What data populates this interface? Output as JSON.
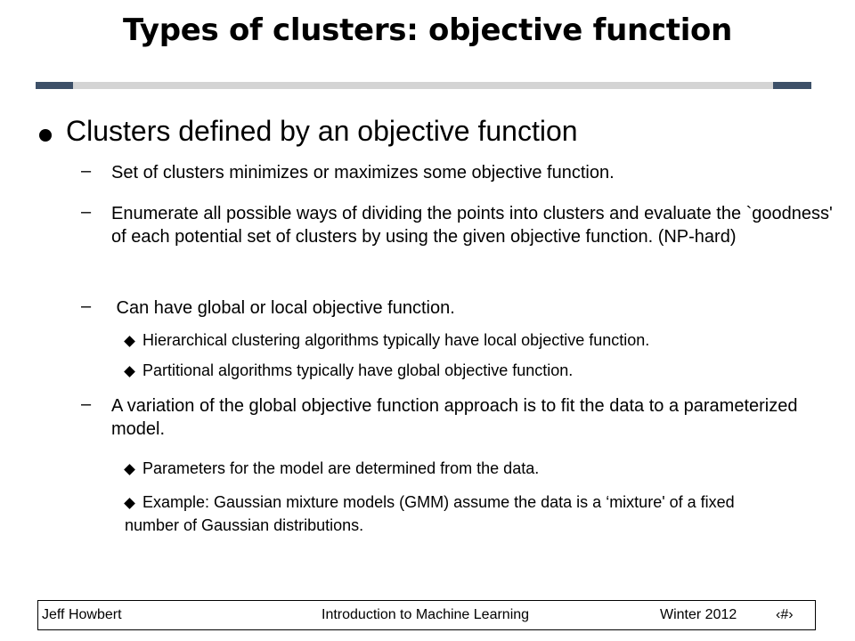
{
  "slide": {
    "title": "Types of clusters: objective function",
    "main_bullet": "Clusters defined by an objective function",
    "items": [
      {
        "dash": "–",
        "text": "Set of clusters minimizes or maximizes some objective function."
      },
      {
        "dash": "–",
        "text": "Enumerate all possible ways of dividing the points into clusters and evaluate the `goodness' of each potential set of clusters by using the given objective function.  (NP-hard)"
      },
      {
        "dash": "–",
        "text": " Can have global or local objective function.",
        "subitems": [
          "Hierarchical clustering algorithms typically have local objective function.",
          "Partitional algorithms typically have global objective function."
        ]
      },
      {
        "dash": "–",
        "text": "A variation of the global objective function approach is to fit the data to a parameterized model.",
        "subitems": [
          "Parameters for the model are determined from the data.",
          "Example: Gaussian mixture models (GMM) assume the data is a ‘mixture' of a fixed number of Gaussian distributions."
        ]
      }
    ]
  },
  "footer": {
    "author": "Jeff Howbert",
    "course": "Introduction to Machine Learning",
    "term": "Winter 2012",
    "page": "‹#›"
  },
  "colors": {
    "accent": "#3d5068",
    "rule": "#d4d4d4"
  }
}
